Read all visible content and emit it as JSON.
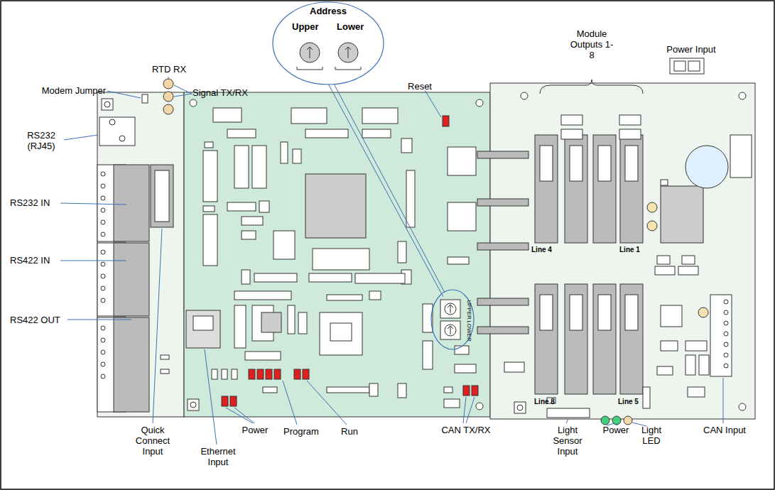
{
  "diagram": {
    "nodes": [
      {
        "text": [
          "Address",
          "Upper",
          "Lower"
        ]
      }
    ],
    "labels": [
      "Modem Jumper",
      "RTD RX",
      "Signal TX/RX",
      "RS232 (RJ45)",
      "RS232 IN",
      "RS422 IN",
      "RS422 OUT",
      "Quick Connect Input",
      "Ethernet Input",
      "Power",
      "Program",
      "Run",
      "CAN TX/RX",
      "Reset",
      "Module Outputs 1-8",
      "Power Input",
      "Line 4",
      "Line 1",
      "Line 8",
      "Line 5",
      "UPPER",
      "LOWER",
      "Light Sensor Input",
      "Power",
      "Light LED",
      "CAN Input"
    ]
  }
}
